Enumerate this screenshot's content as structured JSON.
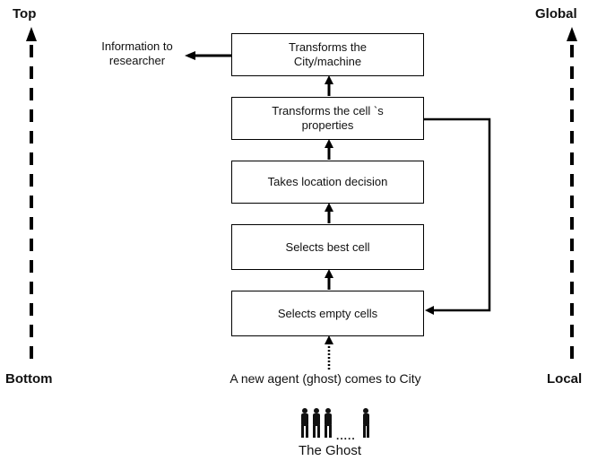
{
  "axis_left": {
    "top": "Top",
    "bottom": "Bottom"
  },
  "axis_right": {
    "top": "Global",
    "bottom": "Local"
  },
  "boxes": [
    {
      "label": "Transforms the\nCity/machine"
    },
    {
      "label": "Transforms the cell `s\nproperties"
    },
    {
      "label": "Takes location decision"
    },
    {
      "label": "Selects best cell"
    },
    {
      "label": "Selects empty cells"
    }
  ],
  "side_output": "Information to\nresearcher",
  "entry_text": "A new agent  (ghost) comes to  City",
  "ghost_caption": "The Ghost",
  "ghost_dots": "....."
}
